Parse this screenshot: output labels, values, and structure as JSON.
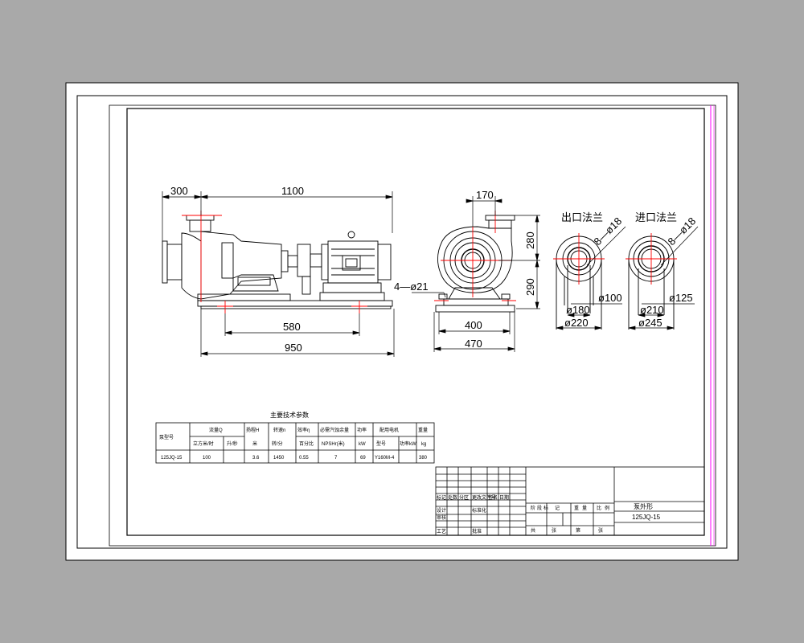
{
  "colors": {
    "background": "#a9a9a9",
    "sheet": "#ffffff",
    "line": "#000000",
    "centerline": "#ff0000",
    "margin_line": "#ff00ff"
  },
  "dimensions": {
    "d300": "300",
    "d1100": "1100",
    "d580": "580",
    "d950": "950",
    "d170": "170",
    "d280": "280",
    "d290": "290",
    "bolt_holes": "4—ø21",
    "d400": "400",
    "d470": "470"
  },
  "flanges": {
    "outlet": {
      "title": "出口法兰",
      "holes": "8—ø18",
      "d_inner": "ø100",
      "d_pitch": "ø180",
      "d_outer": "ø220"
    },
    "inlet": {
      "title": "进口法兰",
      "holes": "8—ø18",
      "d_inner": "ø125",
      "d_pitch": "ø210",
      "d_outer": "ø245"
    }
  },
  "params_table": {
    "title": "主要技术参数",
    "headers": [
      "泵型号",
      "流量Q",
      "扬程H",
      "转速n",
      "效率η",
      "必需汽蚀余量",
      "功率",
      "配用电机",
      "重量"
    ],
    "subheaders": [
      "立方米/时",
      "升/秒",
      "米",
      "转/分",
      "百分比",
      "NPSHr(米)",
      "kW",
      "型号",
      "功率kW",
      "kg"
    ],
    "row": [
      "125JQ-15",
      "100",
      "",
      "3.6",
      "1450",
      "0.55",
      "7",
      "69",
      "Y160M-4",
      "",
      "380"
    ]
  },
  "title_block": {
    "name": "泵外形",
    "model": "125JQ-15",
    "row1": [
      "标记",
      "处数",
      "分区",
      "更改文件号",
      "签名",
      "日期"
    ],
    "row2": [
      "设计",
      "",
      "",
      "标准化",
      "",
      ""
    ],
    "row3": [
      "审核",
      "",
      "",
      "",
      "",
      ""
    ],
    "row4": [
      "工艺",
      "",
      "",
      "批准",
      "",
      ""
    ],
    "mid_row1": [
      "阶",
      "段",
      "标",
      "记",
      "重",
      "量",
      "比",
      "例"
    ],
    "mid_row2": [
      "共",
      "张",
      "第",
      "张"
    ]
  }
}
